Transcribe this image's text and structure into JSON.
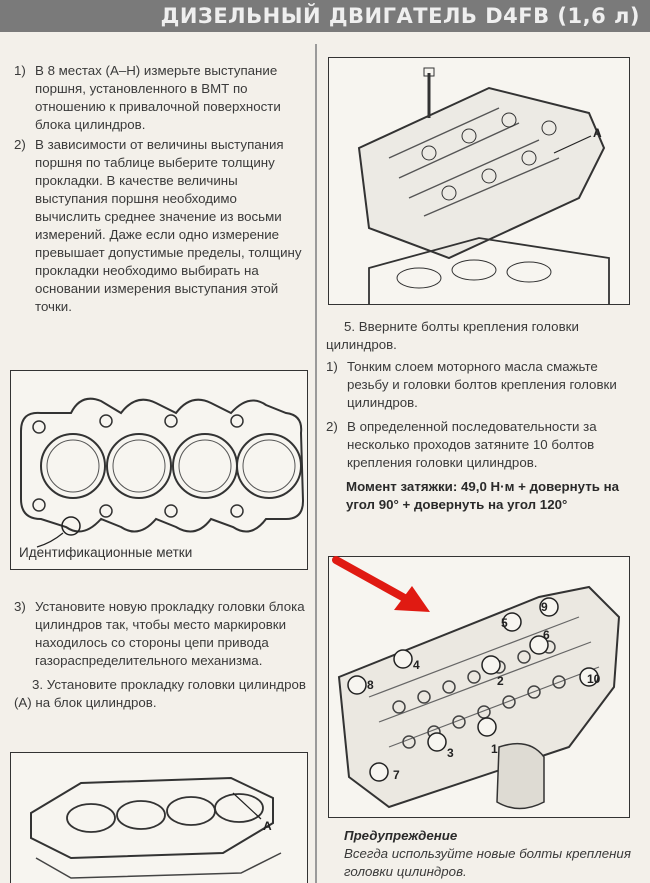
{
  "header": {
    "title": "ДИЗЕЛЬНЫЙ ДВИГАТЕЛЬ D4FB (1,6 л)"
  },
  "left_column": {
    "items_a": [
      {
        "num": "1)",
        "text": "В 8 местах (А–Н) измерьте выступание поршня, установленного в ВМТ по отношению к привалочной поверхности блока цилиндров."
      },
      {
        "num": "2)",
        "text": "В зависимости от величины выступания поршня по таблице выберите толщину прокладки. В качестве величины выступания поршня необходимо вычислить среднее значение из восьми измерений. Даже если одно измерение превышает допустимые пределы, толщину прокладки необходимо выбирать на основании измерения выступания этой точки."
      }
    ],
    "gasket_figure": {
      "caption": "Идентификационные метки"
    },
    "items_b": [
      {
        "num": "3)",
        "text": "Установите новую прокладку головки блока цилиндров так, чтобы место маркировки находилось со стороны цепи привода газораспределительного механизма."
      }
    ],
    "step3": "3. Установите прокладку головки цилиндров (А) на блок цилиндров.",
    "bottom_figure": {
      "callout": "A"
    }
  },
  "right_column": {
    "top_figure": {
      "callout": "A"
    },
    "step5": "5. Вверните болты крепления головки цилиндров.",
    "items": [
      {
        "num": "1)",
        "text": "Тонким слоем моторного масла смажьте резьбу и головки болтов крепления головки цилиндров."
      },
      {
        "num": "2)",
        "text": "В определенной последовательности за несколько проходов затяните 10 болтов крепления головки цилиндров."
      }
    ],
    "torque_note": "Момент затяжки: 49,0 Н·м + довернуть на угол 90° + довернуть на угол 120°",
    "bolt_figure": {
      "bolt_numbers": [
        "1",
        "2",
        "3",
        "4",
        "5",
        "6",
        "7",
        "8",
        "9",
        "10"
      ]
    },
    "warning": {
      "title": "Предупреждение",
      "text": "Всегда используйте новые болты крепления головки цилиндров."
    }
  },
  "colors": {
    "header_bg": "#7a7a7a",
    "arrow": "#e01a12"
  }
}
